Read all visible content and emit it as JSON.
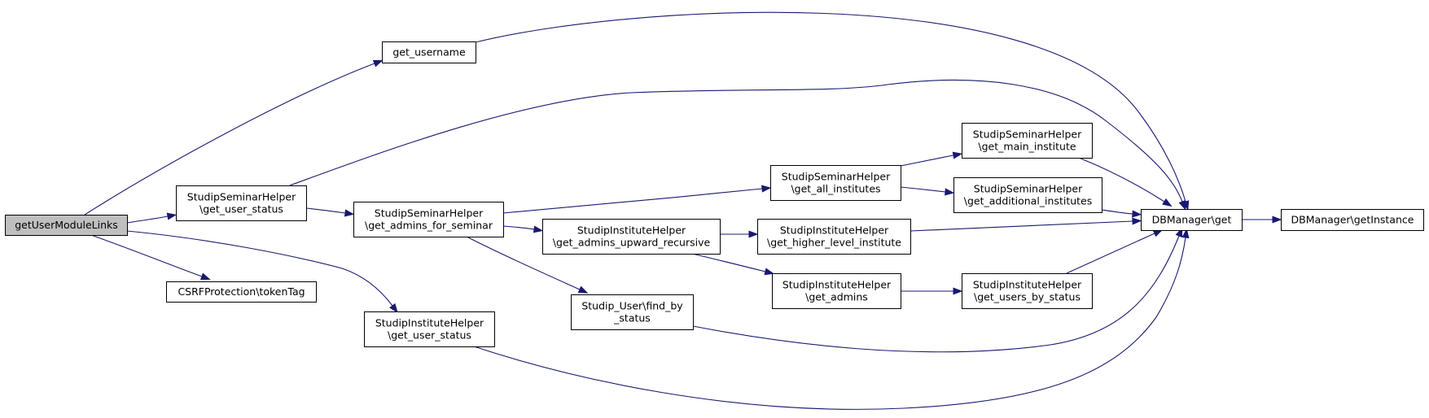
{
  "diagram": {
    "type": "call-graph",
    "colors": {
      "edge": "#191970",
      "node_border": "#000000",
      "node_fill": "#ffffff",
      "root_fill": "#bfbfbf"
    },
    "nodes": [
      {
        "id": "getUserModuleLinks",
        "lines": [
          "getUserModuleLinks"
        ],
        "root": true
      },
      {
        "id": "get_username",
        "lines": [
          "get_username"
        ]
      },
      {
        "id": "ssh_get_user_status",
        "lines": [
          "StudipSeminarHelper",
          "\\get_user_status"
        ]
      },
      {
        "id": "csrf_tokenTag",
        "lines": [
          "CSRFProtection\\tokenTag"
        ]
      },
      {
        "id": "sih_get_user_status",
        "lines": [
          "StudipInstituteHelper",
          "\\get_user_status"
        ]
      },
      {
        "id": "ssh_get_admins_for_seminar",
        "lines": [
          "StudipSeminarHelper",
          "\\get_admins_for_seminar"
        ]
      },
      {
        "id": "sih_get_admins_upward_recursive",
        "lines": [
          "StudipInstituteHelper",
          "\\get_admins_upward_recursive"
        ]
      },
      {
        "id": "studip_user_find_by_status",
        "lines": [
          "Studip_User\\find_by",
          "_status"
        ]
      },
      {
        "id": "ssh_get_all_institutes",
        "lines": [
          "StudipSeminarHelper",
          "\\get_all_institutes"
        ]
      },
      {
        "id": "sih_get_higher_level_institute",
        "lines": [
          "StudipInstituteHelper",
          "\\get_higher_level_institute"
        ]
      },
      {
        "id": "sih_get_admins",
        "lines": [
          "StudipInstituteHelper",
          "\\get_admins"
        ]
      },
      {
        "id": "ssh_get_main_institute",
        "lines": [
          "StudipSeminarHelper",
          "\\get_main_institute"
        ]
      },
      {
        "id": "ssh_get_additional_institutes",
        "lines": [
          "StudipSeminarHelper",
          "\\get_additional_institutes"
        ]
      },
      {
        "id": "sih_get_users_by_status",
        "lines": [
          "StudipInstituteHelper",
          "\\get_users_by_status"
        ]
      },
      {
        "id": "dbmanager_get",
        "lines": [
          "DBManager\\get"
        ]
      },
      {
        "id": "dbmanager_getInstance",
        "lines": [
          "DBManager\\getInstance"
        ]
      }
    ],
    "edges": [
      {
        "from": "getUserModuleLinks",
        "to": "get_username"
      },
      {
        "from": "getUserModuleLinks",
        "to": "ssh_get_user_status"
      },
      {
        "from": "getUserModuleLinks",
        "to": "csrf_tokenTag"
      },
      {
        "from": "getUserModuleLinks",
        "to": "sih_get_user_status"
      },
      {
        "from": "get_username",
        "to": "dbmanager_get"
      },
      {
        "from": "ssh_get_user_status",
        "to": "dbmanager_get"
      },
      {
        "from": "ssh_get_user_status",
        "to": "ssh_get_admins_for_seminar"
      },
      {
        "from": "ssh_get_admins_for_seminar",
        "to": "ssh_get_all_institutes"
      },
      {
        "from": "ssh_get_admins_for_seminar",
        "to": "sih_get_admins_upward_recursive"
      },
      {
        "from": "ssh_get_admins_for_seminar",
        "to": "studip_user_find_by_status"
      },
      {
        "from": "ssh_get_all_institutes",
        "to": "ssh_get_main_institute"
      },
      {
        "from": "ssh_get_all_institutes",
        "to": "ssh_get_additional_institutes"
      },
      {
        "from": "ssh_get_main_institute",
        "to": "dbmanager_get"
      },
      {
        "from": "ssh_get_additional_institutes",
        "to": "dbmanager_get"
      },
      {
        "from": "sih_get_admins_upward_recursive",
        "to": "sih_get_higher_level_institute"
      },
      {
        "from": "sih_get_admins_upward_recursive",
        "to": "sih_get_admins"
      },
      {
        "from": "sih_get_higher_level_institute",
        "to": "dbmanager_get"
      },
      {
        "from": "sih_get_admins",
        "to": "sih_get_users_by_status"
      },
      {
        "from": "sih_get_users_by_status",
        "to": "dbmanager_get"
      },
      {
        "from": "studip_user_find_by_status",
        "to": "dbmanager_get"
      },
      {
        "from": "sih_get_user_status",
        "to": "dbmanager_get"
      },
      {
        "from": "dbmanager_get",
        "to": "dbmanager_getInstance"
      }
    ]
  }
}
